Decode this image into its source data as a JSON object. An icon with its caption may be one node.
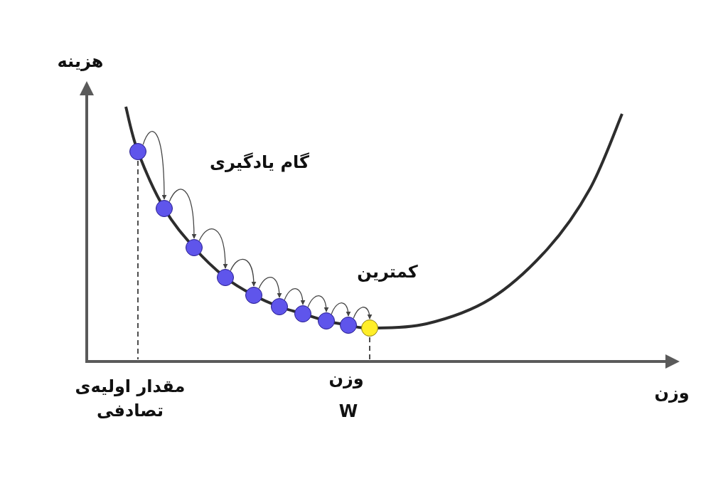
{
  "diagram": {
    "nodes": [
      {
        "text": [],
        "shape": "circle"
      },
      {
        "text": [],
        "shape": "circle"
      },
      {
        "text": [],
        "shape": "circle"
      },
      {
        "text": [],
        "shape": "circle"
      },
      {
        "text": [],
        "shape": "circle"
      },
      {
        "text": [],
        "shape": "circle"
      },
      {
        "text": [],
        "shape": "circle"
      },
      {
        "text": [],
        "shape": "circle"
      },
      {
        "text": [],
        "shape": "circle"
      },
      {
        "text": [],
        "shape": "circle"
      }
    ],
    "edges": [
      {
        "from": 0,
        "to": 1,
        "arrow": "to"
      },
      {
        "from": 1,
        "to": 2,
        "arrow": "to"
      },
      {
        "from": 2,
        "to": 3,
        "arrow": "to"
      },
      {
        "from": 3,
        "to": 4,
        "arrow": "to"
      },
      {
        "from": 4,
        "to": 5,
        "arrow": "to"
      },
      {
        "from": 5,
        "to": 6,
        "arrow": "to"
      },
      {
        "from": 6,
        "to": 7,
        "arrow": "to"
      },
      {
        "from": 7,
        "to": 8,
        "arrow": "to"
      },
      {
        "from": 8,
        "to": 9,
        "arrow": "to"
      }
    ],
    "labels": [
      "هزینه",
      "گام یادگیری",
      "کمترین",
      "مقدار اولیه‌ی تصادفی",
      "وزن",
      "W",
      "وزن"
    ]
  }
}
